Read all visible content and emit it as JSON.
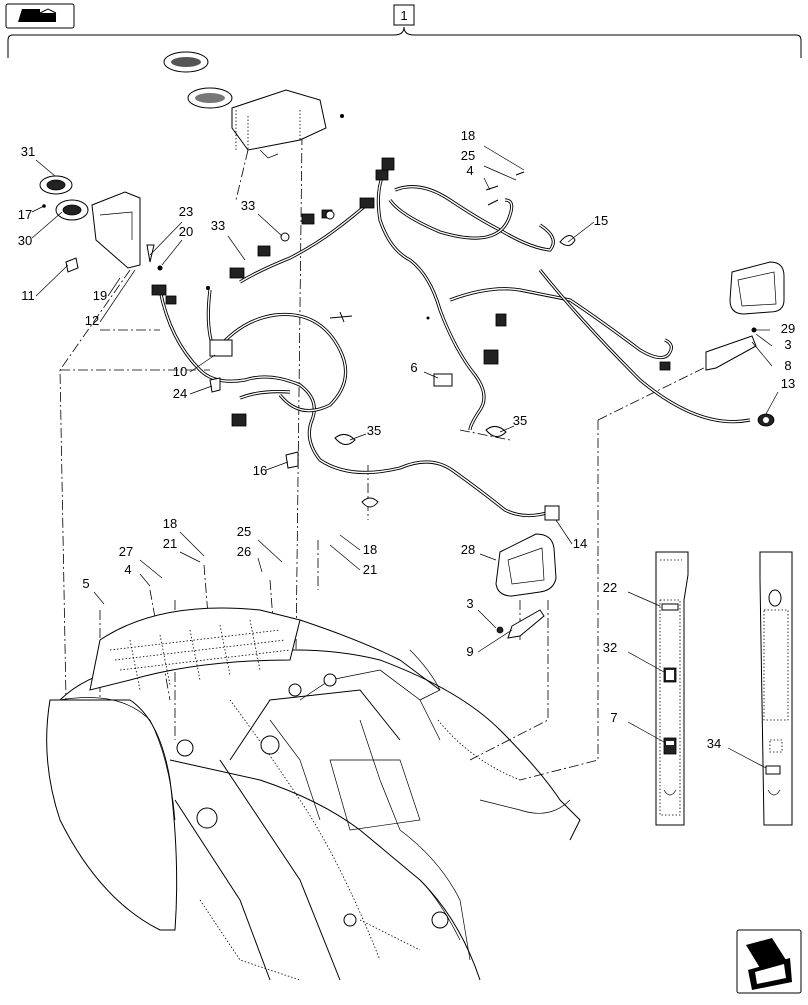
{
  "assembly": {
    "number": "1"
  },
  "callouts": [
    {
      "label": "31"
    },
    {
      "label": "17"
    },
    {
      "label": "30"
    },
    {
      "label": "11"
    },
    {
      "label": "19"
    },
    {
      "label": "12"
    },
    {
      "label": "23"
    },
    {
      "label": "20"
    },
    {
      "label": "33"
    },
    {
      "label": "33"
    },
    {
      "label": "18"
    },
    {
      "label": "25"
    },
    {
      "label": "4"
    },
    {
      "label": "15"
    },
    {
      "label": "29"
    },
    {
      "label": "3"
    },
    {
      "label": "8"
    },
    {
      "label": "13"
    },
    {
      "label": "10"
    },
    {
      "label": "24"
    },
    {
      "label": "6"
    },
    {
      "label": "35"
    },
    {
      "label": "35"
    },
    {
      "label": "16"
    },
    {
      "label": "14"
    },
    {
      "label": "28"
    },
    {
      "label": "3"
    },
    {
      "label": "9"
    },
    {
      "label": "18"
    },
    {
      "label": "21"
    },
    {
      "label": "27"
    },
    {
      "label": "4"
    },
    {
      "label": "5"
    },
    {
      "label": "25"
    },
    {
      "label": "26"
    },
    {
      "label": "18"
    },
    {
      "label": "21"
    },
    {
      "label": "22"
    },
    {
      "label": "32"
    },
    {
      "label": "7"
    },
    {
      "label": "34"
    }
  ],
  "icons": {
    "top_left": "assembly-reference-icon",
    "bottom_right": "next-page-arrow-icon"
  }
}
